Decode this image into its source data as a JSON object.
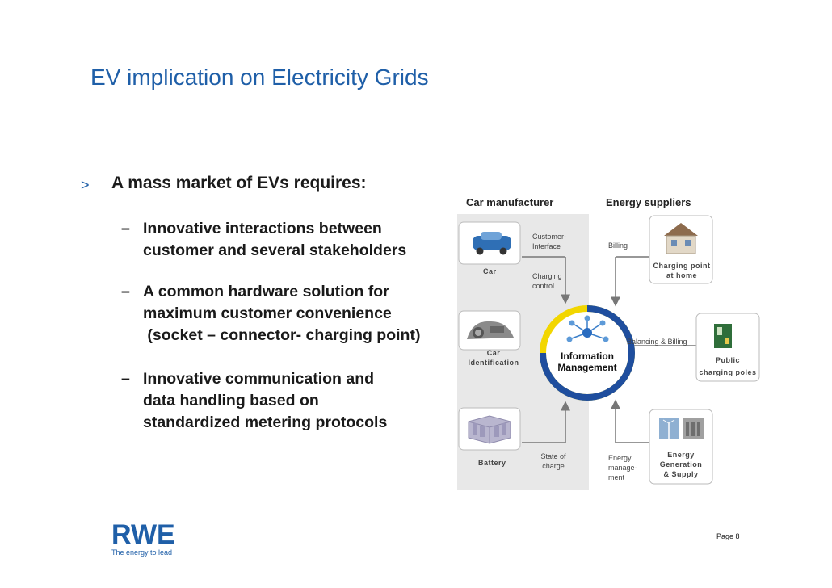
{
  "title": "EV implication on Electricity Grids",
  "bullets": {
    "marker": ">",
    "main": "A mass market of EVs requires:",
    "dash": "–",
    "items": [
      {
        "line1": "Innovative interactions between",
        "line2": "customer and several stakeholders",
        "line3": ""
      },
      {
        "line1": "A common hardware solution for",
        "line2": "maximum customer convenience",
        "line3": " (socket – connector- charging point)"
      },
      {
        "line1": "Innovative communication and",
        "line2": "data handling based on",
        "line3": "standardized metering protocols"
      }
    ]
  },
  "diagram": {
    "car_manufacturer": "Car manufacturer",
    "energy_suppliers": "Energy suppliers",
    "car": "Car",
    "car_identification_1": "Car",
    "car_identification_2": "Identification",
    "battery": "Battery",
    "customer_interface_1": "Customer-",
    "customer_interface_2": "Interface",
    "charging_control_1": "Charging",
    "charging_control_2": "control",
    "state_of_charge_1": "State of",
    "state_of_charge_2": "charge",
    "billing": "Billing",
    "charging_point_home_1": "Charging point",
    "charging_point_home_2": "at home",
    "balancing_billing": "Balancing & Billing",
    "public_charging_1": "Public",
    "public_charging_2": "charging poles",
    "energy_management_1": "Energy",
    "energy_management_2": "manage-",
    "energy_management_3": "ment",
    "energy_generation_1": "Energy",
    "energy_generation_2": "Generation",
    "energy_generation_3": "& Supply",
    "information_1": "Information",
    "information_2": "Management"
  },
  "footer": {
    "logo": "RWE",
    "tagline": "The energy to lead",
    "page": "Page 8"
  },
  "colors": {
    "brand_blue": "#1f5fa8",
    "ring_yellow": "#f2d600",
    "ring_blue": "#1f4e9e",
    "panel_gray": "#e8e8e8"
  }
}
